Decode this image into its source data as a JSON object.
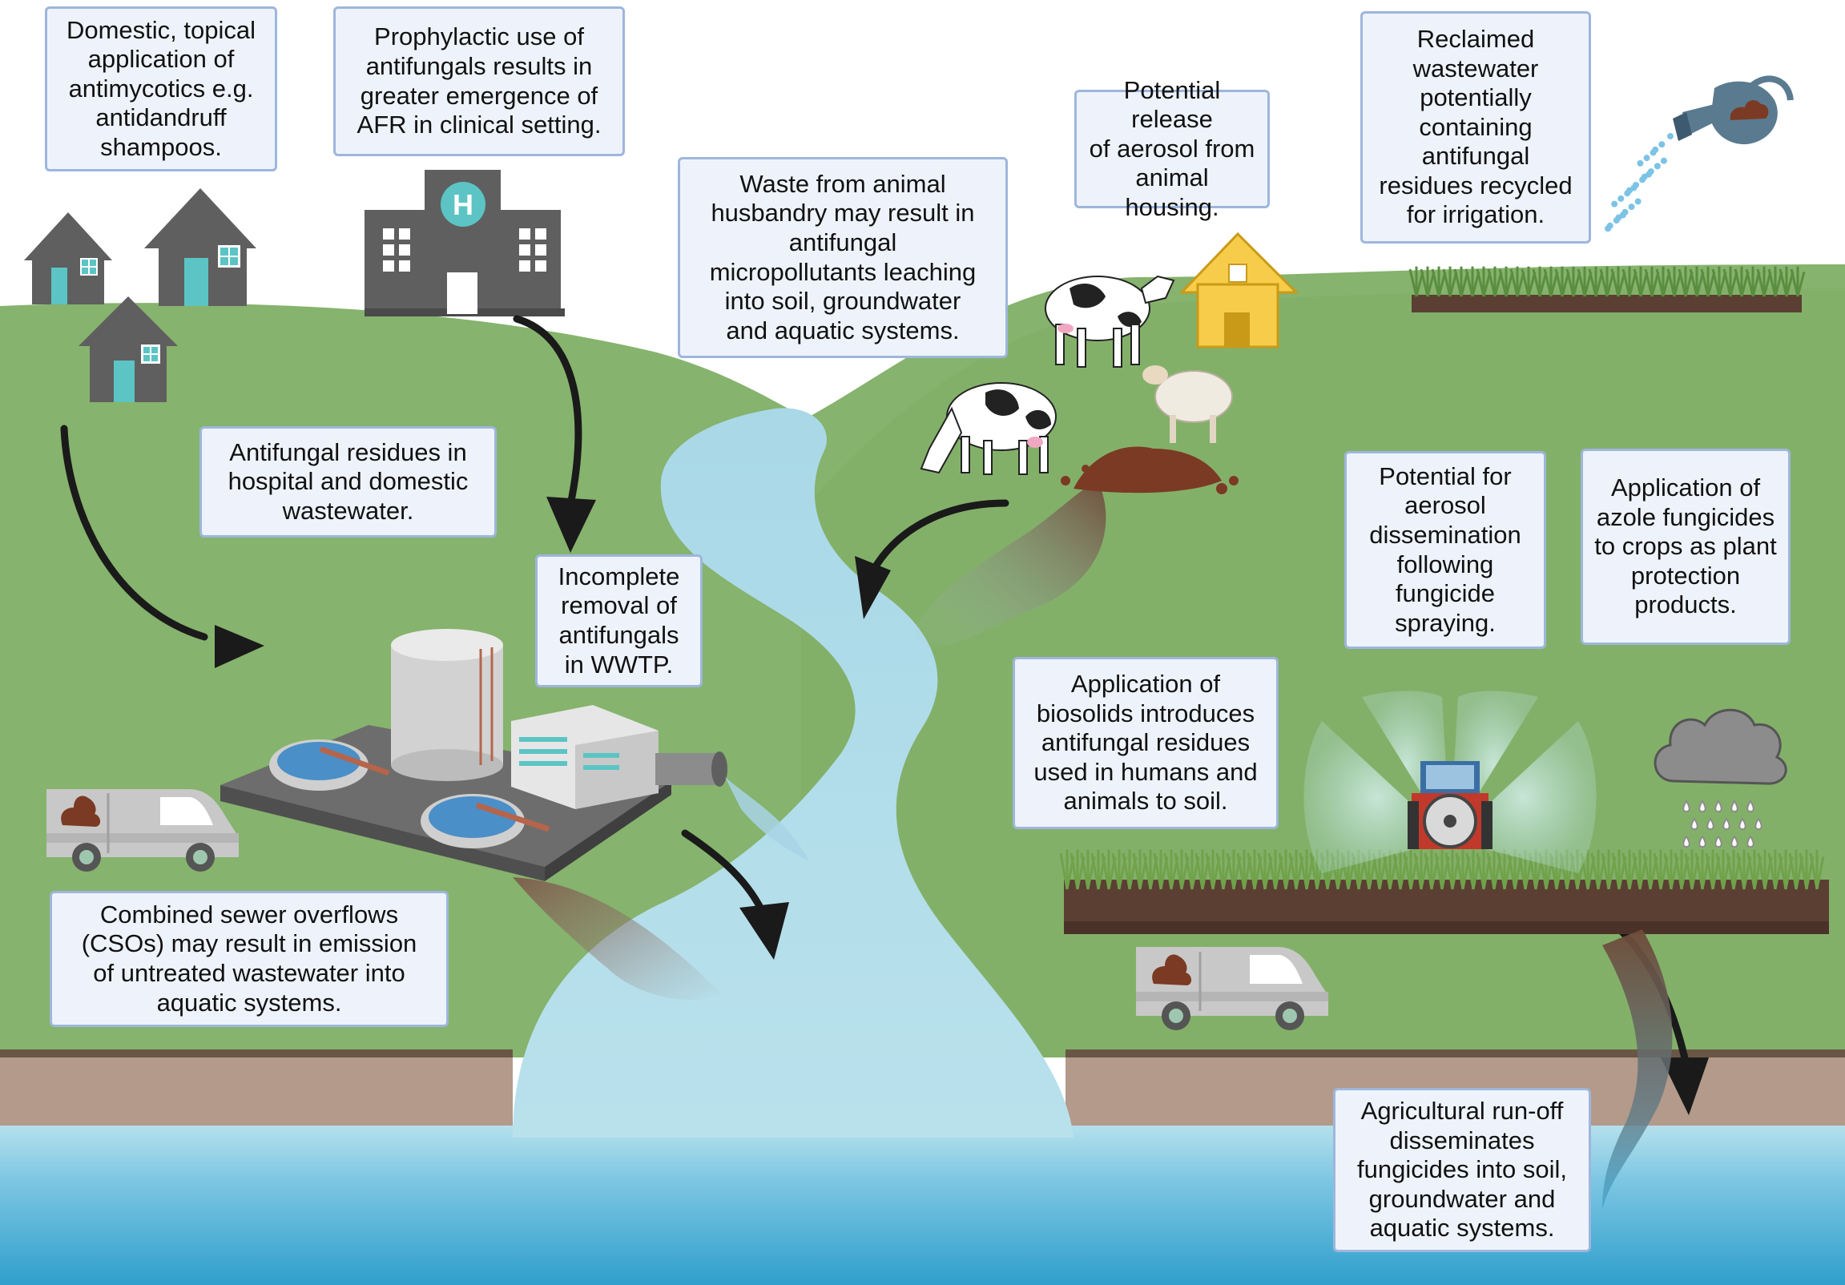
{
  "colors": {
    "grass": "#86b36d",
    "grass_dark": "#6d9a57",
    "river": "#acd8e6",
    "ground_water": "#3aa6cf",
    "soil_band": "#b39a8a",
    "soil_edge": "#5c4a3c",
    "callout_fill": "#eef3fb",
    "callout_border": "#9eb6dc",
    "building": "#5f5f5f",
    "door": "#5cc4c4",
    "house_yellow": "#f7cc4a",
    "manure": "#7b3a24",
    "arrow": "#1a1a1a"
  },
  "callouts": {
    "domestic": "Domestic, topical\napplication of\nantimycotics e.g.\nantidandruff\nshampoos.",
    "prophylactic": "Prophylactic use of\nantifungals results in\ngreater emergence of\nAFR in clinical setting.",
    "animal_waste": "Waste from animal\nhusbandry may result in\nantifungal\nmicropollutants leaching\ninto soil, groundwater\nand aquatic systems.",
    "aerosol_housing": "Potential release\nof aerosol from\nanimal housing.",
    "reclaimed": "Reclaimed\nwastewater\npotentially\ncontaining\nantifungal\nresidues recycled\nfor irrigation.",
    "hospital_residues": "Antifungal residues in\nhospital and domestic\nwastewater.",
    "incomplete": "Incomplete\nremoval of\nantifungals\nin WWTP.",
    "aerosol_spraying": "Potential for\naerosol\ndissemination\nfollowing\nfungicide\nspraying.",
    "azole": "Application  of\nazole fungicides\nto crops as plant\nprotection\nproducts.",
    "biosolids": "Application of\nbiosolids introduces\nantifungal residues\nused in humans and\nanimals to soil.",
    "cso": "Combined sewer overflows\n(CSOs) may result in emission\nof untreated wastewater into\naquatic systems.",
    "runoff": "Agricultural run-off\ndisseminates\nfungicides into soil,\ngroundwater and\naquatic systems."
  },
  "hospital_sign": "H",
  "icons": {
    "house": "house-icon",
    "hospital": "hospital-icon",
    "cow": "cow-icon",
    "sheep": "sheep-icon",
    "barn": "barn-icon",
    "watering_can": "watering-can-icon",
    "tractor": "tractor-sprayer-icon",
    "cloud": "rain-cloud-icon",
    "van": "sludge-van-icon",
    "wwtp": "wastewater-treatment-plant-icon",
    "manure": "manure-icon"
  }
}
